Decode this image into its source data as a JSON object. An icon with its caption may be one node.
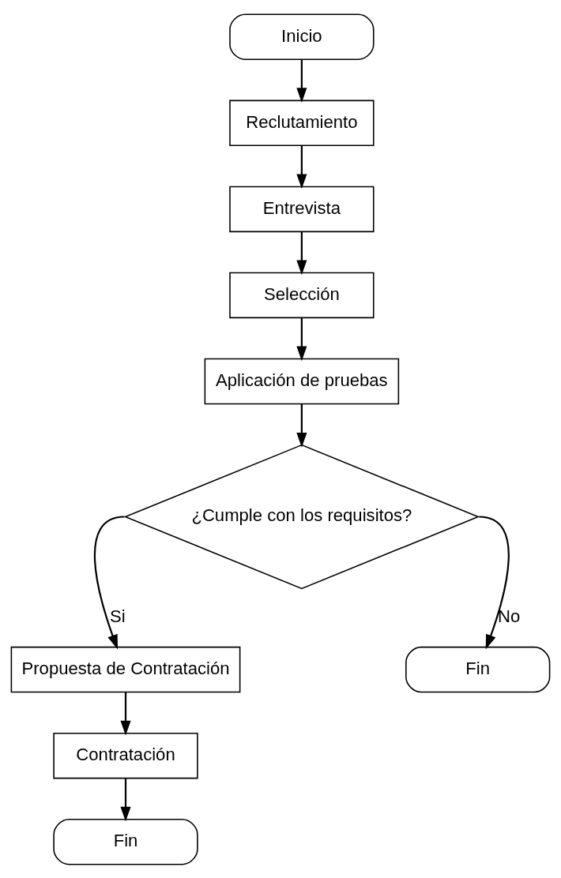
{
  "diagram": {
    "nodes": [
      {
        "text": [
          "Inicio"
        ]
      },
      {
        "text": [
          "Reclutamiento"
        ]
      },
      {
        "text": [
          "Entrevista"
        ]
      },
      {
        "text": [
          "Selección"
        ]
      },
      {
        "text": [
          "Aplicación de pruebas"
        ]
      },
      {
        "text": [
          "¿Cumple con los requisitos?"
        ]
      },
      {
        "text": [
          "Propuesta de Contratación"
        ]
      },
      {
        "text": [
          "Fin"
        ]
      },
      {
        "text": [
          "Contratación"
        ]
      },
      {
        "text": [
          "Fin"
        ]
      }
    ],
    "edges": [
      {
        "from": 0,
        "to": 1,
        "arrow": "to"
      },
      {
        "from": 1,
        "to": 2,
        "arrow": "to"
      },
      {
        "from": 2,
        "to": 3,
        "arrow": "to"
      },
      {
        "from": 3,
        "to": 4,
        "arrow": "to"
      },
      {
        "from": 4,
        "to": 5,
        "arrow": "to"
      },
      {
        "from": 5,
        "to": 6,
        "arrow": "to",
        "label": "Si"
      },
      {
        "from": 5,
        "to": 7,
        "arrow": "to",
        "label": "No"
      },
      {
        "from": 6,
        "to": 8,
        "arrow": "to"
      },
      {
        "from": 8,
        "to": 9,
        "arrow": "to"
      }
    ]
  }
}
